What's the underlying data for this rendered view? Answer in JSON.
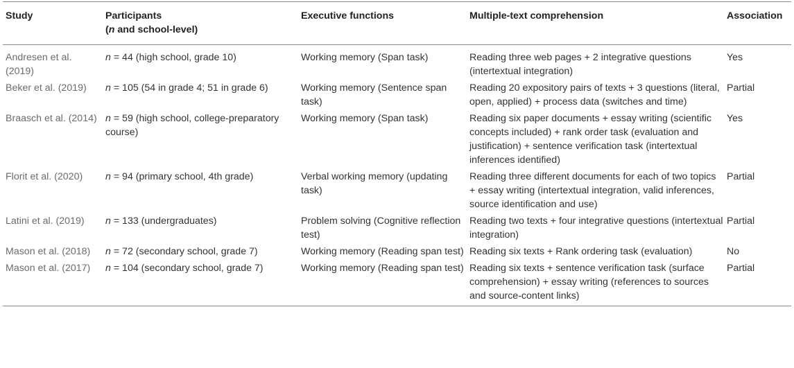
{
  "headers": {
    "study": "Study",
    "participants_line1": "Participants",
    "participants_n": "n",
    "participants_rest": " and school-level)",
    "participants_open": "(",
    "executive": "Executive functions",
    "comprehension": "Multiple-text comprehension",
    "association": "Association"
  },
  "rows": [
    {
      "study": "Andresen et al. (2019)",
      "n_symbol": "n",
      "participants": " = 44 (high school, grade 10)",
      "executive": "Working memory (Span task)",
      "comprehension": "Reading three web pages + 2 integrative questions (intertextual integration)",
      "association": "Yes"
    },
    {
      "study": "Beker et al. (2019)",
      "n_symbol": "n",
      "participants": " = 105 (54 in grade 4; 51 in grade 6)",
      "executive": "Working memory (Sentence span task)",
      "comprehension": "Reading 20 expository pairs of texts + 3 questions (literal, open, applied) + process data (switches and time)",
      "association": "Partial"
    },
    {
      "study": "Braasch et al. (2014)",
      "n_symbol": "n",
      "participants": " = 59 (high school, college-preparatory course)",
      "executive": "Working memory (Span task)",
      "comprehension": "Reading six paper documents + essay writing (scientific concepts included) + rank order task (evaluation and justification) + sentence verification task (intertextual inferences identified)",
      "association": "Yes"
    },
    {
      "study": "Florit et al. (2020)",
      "n_symbol": "n",
      "participants": " = 94 (primary school, 4th grade)",
      "executive": "Verbal working memory (updating task)",
      "comprehension": "Reading three different documents for each of two topics + essay writing (intertextual integration, valid inferences, source identification and use)",
      "association": "Partial"
    },
    {
      "study": "Latini et al. (2019)",
      "n_symbol": "n",
      "participants": " = 133 (undergraduates)",
      "executive": "Problem solving (Cognitive reflection test)",
      "comprehension": "Reading two texts + four integrative questions (intertextual integration)",
      "association": "Partial"
    },
    {
      "study": "Mason et al. (2018)",
      "n_symbol": "n",
      "participants": " = 72 (secondary school, grade 7)",
      "executive": "Working memory (Reading span test)",
      "comprehension": "Reading six texts + Rank ordering task (evaluation)",
      "association": "No"
    },
    {
      "study": "Mason et al. (2017)",
      "n_symbol": "n",
      "participants": " = 104 (secondary school, grade 7)",
      "executive": "Working memory (Reading span test)",
      "comprehension": "Reading six texts + sentence verification task (surface comprehension) + essay writing (references to sources and source-content links)",
      "association": "Partial"
    }
  ]
}
